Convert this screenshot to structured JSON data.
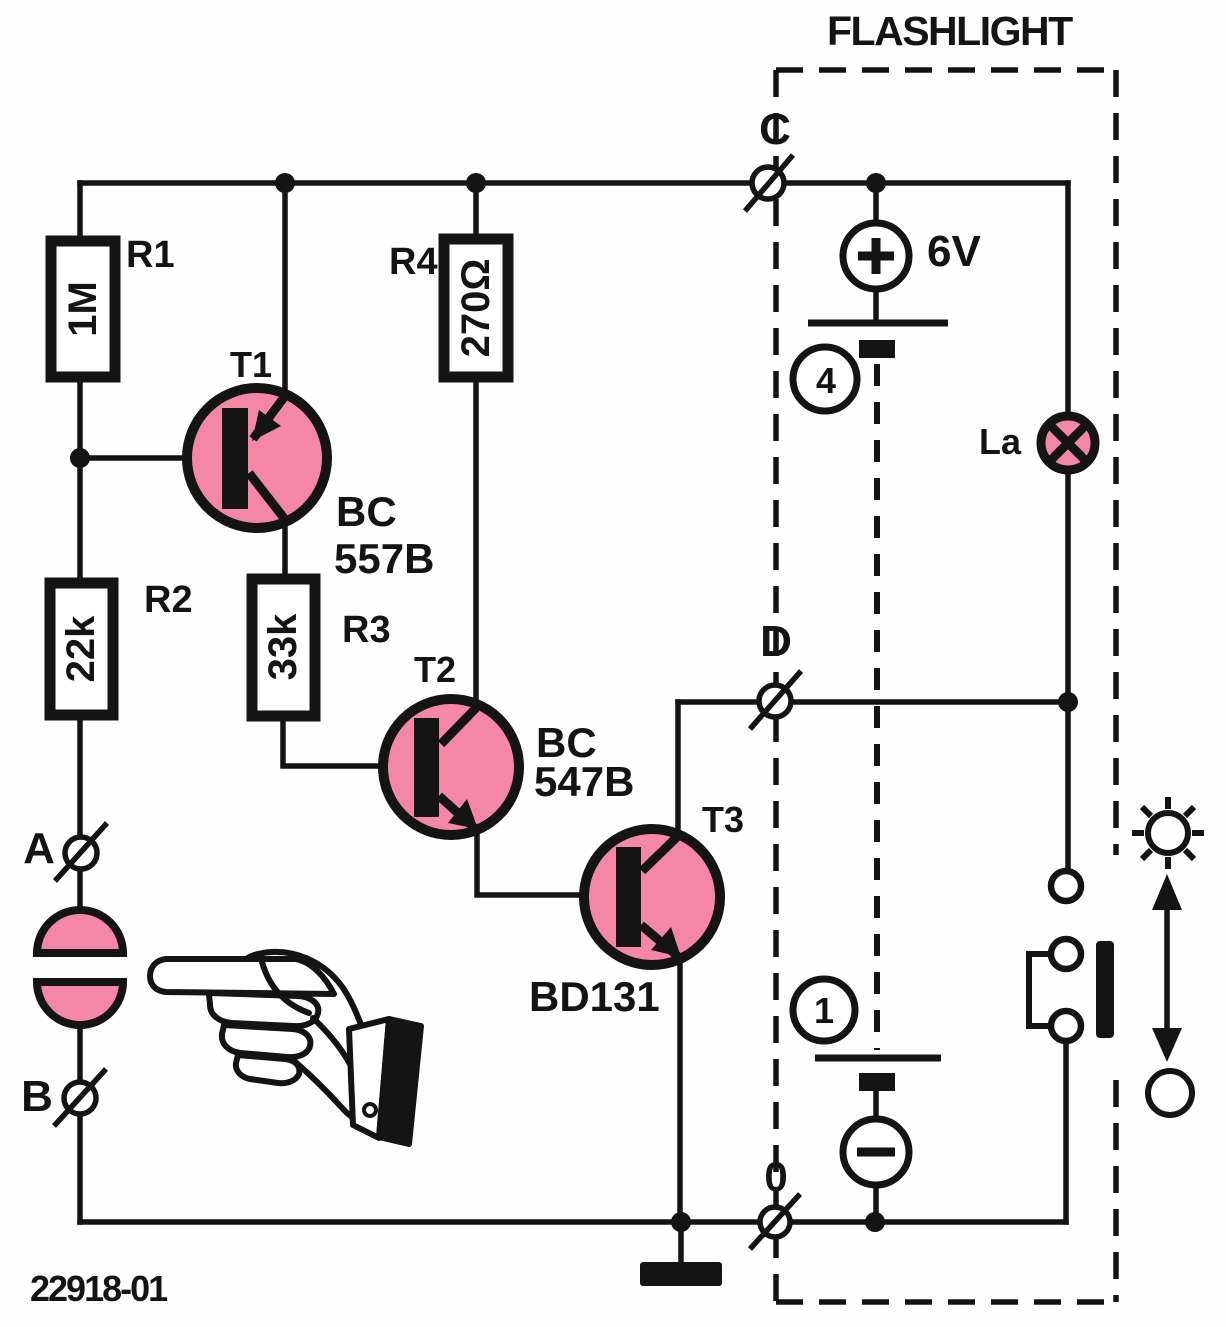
{
  "title": "FLASHLIGHT",
  "figure_number": "22918-01",
  "colors": {
    "pink": "#f487a7",
    "line": "#141414",
    "background": "#fefefe"
  },
  "terminals": {
    "a": "A",
    "b": "B",
    "c": "C",
    "d": "D",
    "common": "0"
  },
  "resistors": [
    {
      "ref": "R1",
      "value": "1M"
    },
    {
      "ref": "R2",
      "value": "22k"
    },
    {
      "ref": "R3",
      "value": "33k"
    },
    {
      "ref": "R4",
      "value": "270Ω"
    }
  ],
  "transistors": [
    {
      "ref": "T1",
      "part_line1": "BC",
      "part_line2": "557B"
    },
    {
      "ref": "T2",
      "part_line1": "BC",
      "part_line2": "547B"
    },
    {
      "ref": "T3",
      "part_line1": "BD131"
    }
  ],
  "battery": {
    "voltage": "6V",
    "cell_top_label": "4",
    "cell_bottom_label": "1"
  },
  "lamp": {
    "label": "La"
  },
  "icons": {
    "battery_positive": "plus-icon",
    "battery_negative": "minus-icon",
    "lamp": "lamp-cross-icon",
    "lamp_on": "sun-icon",
    "slide_switch_travel": "up-down-arrow-icon",
    "lamp_off": "off-circle-icon",
    "ground": "ground-icon",
    "touch_hint": "pointing-hand-icon",
    "touch_contacts": "touch-pads-icon"
  }
}
